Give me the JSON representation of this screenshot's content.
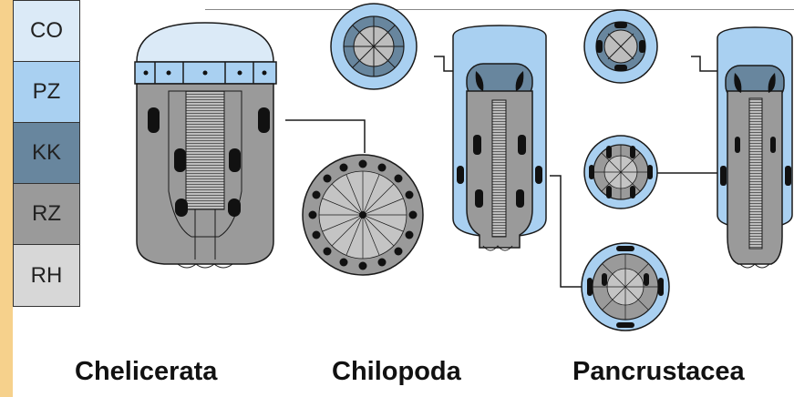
{
  "legend": {
    "items": [
      {
        "abbr": "CO",
        "color": "#dbeaf7"
      },
      {
        "abbr": "PZ",
        "color": "#a9d0f1"
      },
      {
        "abbr": "KK",
        "color": "#68869e"
      },
      {
        "abbr": "RZ",
        "color": "#9a9a9a"
      },
      {
        "abbr": "RH",
        "color": "#d7d7d7"
      }
    ]
  },
  "labels": {
    "chelicerata": "Chelicerata",
    "chilopoda": "Chilopoda",
    "pancrustacea": "Pancrustacea"
  },
  "colors": {
    "background": "#f6d18c",
    "panel": "#ffffff",
    "outline": "#1a1a1a",
    "nucleus": "#111111"
  }
}
